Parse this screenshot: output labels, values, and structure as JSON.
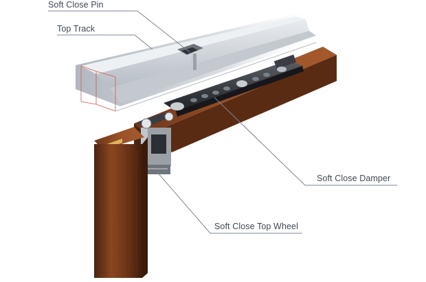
{
  "labels": {
    "soft_close_pin": "Soft Close Pin",
    "top_track": "Top Track",
    "soft_close_damper": "Soft Close Damper",
    "soft_close_top_wheel": "Soft Close Top Wheel"
  },
  "colors": {
    "leader_line": "#7b8591",
    "label_text": "#3f4a57",
    "wood_dark": "#4a2410",
    "wood_mid": "#7a3f1c",
    "wood_light": "#a0552a",
    "track_aluminum": "#c9ced3",
    "track_edge_red": "#d9534f",
    "hardware_dark": "#2b2e33",
    "hardware_metal": "#9aa0a6"
  }
}
